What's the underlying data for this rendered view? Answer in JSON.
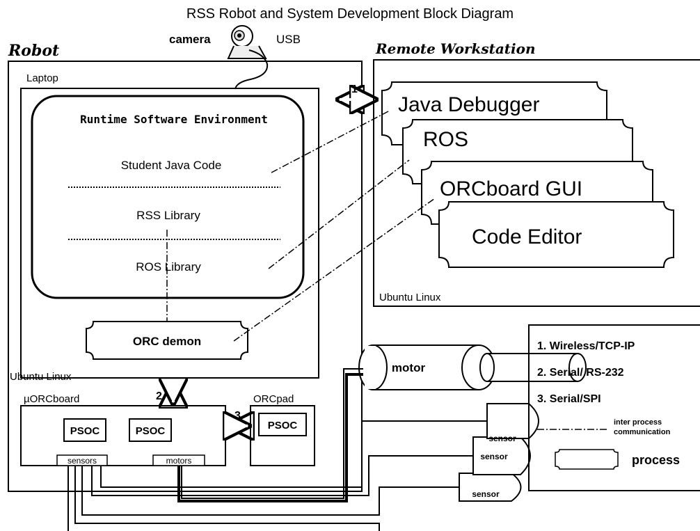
{
  "title": "RSS Robot and System Development Block Diagram",
  "robot": {
    "label": "Robot",
    "camera": {
      "label": "camera",
      "link": "USB"
    },
    "laptop": {
      "label": "Laptop",
      "os": "Ubuntu Linux",
      "runtime": {
        "title": "Runtime Software Environment",
        "layers": [
          "Student Java Code",
          "RSS Library",
          "ROS Library"
        ]
      },
      "orc_demon": "ORC demon"
    },
    "uorcboard": {
      "label": "µORCboard",
      "chips": [
        "PSOC",
        "PSOC"
      ],
      "ports": {
        "sensors": "sensors",
        "motors": "motors"
      }
    },
    "orcpad": {
      "label": "ORCpad",
      "chip": "PSOC"
    }
  },
  "workstation": {
    "label": "Remote Workstation",
    "os": "Ubuntu Linux",
    "processes": [
      "Java Debugger",
      "ROS",
      "ORCboard GUI",
      "Code Editor"
    ]
  },
  "links": {
    "l1": "1",
    "l2": "2",
    "l3": "3"
  },
  "devices": {
    "motor": "motor",
    "sensors": [
      "sensor",
      "sensor",
      "sensor"
    ]
  },
  "legend": {
    "items": [
      "1. Wireless/TCP-IP",
      "2. Serial/ RS-232",
      "3. Serial/SPI"
    ],
    "ipc_line1": "inter process",
    "ipc_line2": "communication",
    "process": "process"
  }
}
